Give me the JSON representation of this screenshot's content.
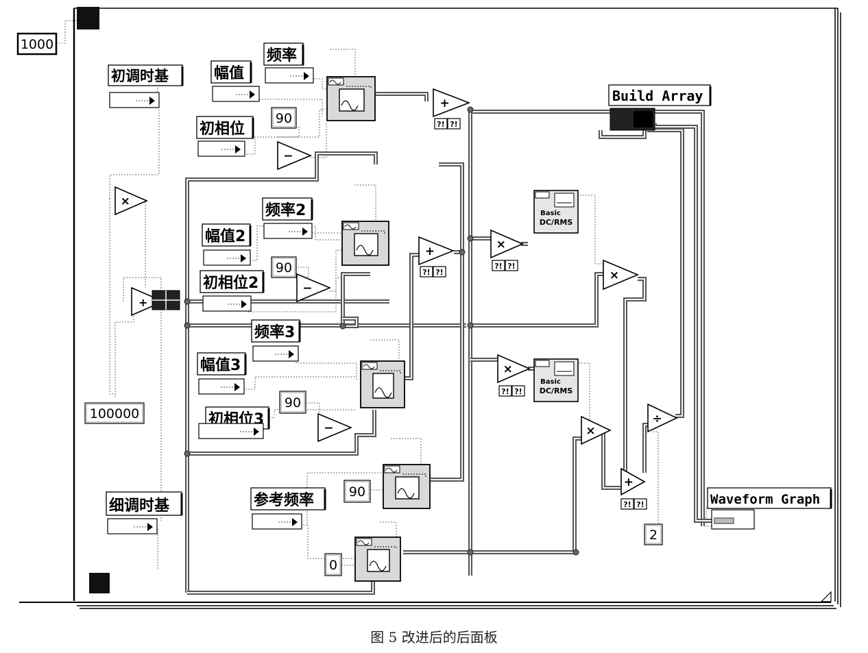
{
  "caption": "图 5  改进后的后面板",
  "constants": {
    "loop_count": "1000",
    "coarse_divider": "100000",
    "ninety": "90",
    "zero": "0",
    "two": "2"
  },
  "labels": {
    "coarse_timebase": "初调时基",
    "fine_timebase": "细调时基",
    "amp1": "幅值",
    "freq1": "频率",
    "phase1": "初相位",
    "amp2": "幅值2",
    "freq2": "频率2",
    "phase2": "初相位2",
    "amp3": "幅值3",
    "freq3": "频率3",
    "phase3": "初相位3",
    "ref_freq": "参考频率",
    "build_array": "Build Array",
    "waveform_graph": "Waveform Graph"
  },
  "dcrms": {
    "line1": "Basic",
    "line2": "DC/RMS"
  },
  "ops": {
    "add": "+",
    "mul": "×",
    "sub": "−",
    "div": "÷"
  },
  "err": "?!",
  "wires": {
    "data": [
      "M548,137 L622,137 L622,148",
      "M686,160 L686,163 L1025,163 L1025,768",
      "M686,160 L686,840",
      "M548,240 L548,224 L462,224 L462,262 L273,262 L273,865",
      "M273,440 L568,440",
      "M273,475 L680,475",
      "M273,662 L520,662 L520,635 L546,635 L546,598",
      "M273,865 L544,865 L544,838",
      "M540,400 L500,400 L500,476",
      "M590,552 L600,552 L600,372 L612,372",
      "M662,368 L674,368 L674,240 L640,240",
      "M674,368 L674,700 L628,700",
      "M686,348 L718,348",
      "M686,475 L870,475 L870,400 L880,400",
      "M686,525 L725,525",
      "M686,540 L686,806 L588,806",
      "M588,806 L838,806 L838,640 L850,640",
      "M760,356 L770,356",
      "M770,538 L780,538",
      "M930,407 L940,407 L940,437 L912,437 L912,700 L905,700",
      "M880,630 L880,712 L905,712",
      "M940,690 L940,620 L945,620",
      "M985,607 L995,607 L995,190 L944,190",
      "M940,180 L940,200 L876,200 L876,190",
      "M955,180 L955,185 L1015,185 L1015,760 L1040,760",
      "M500,476 L520,476 L520,465 L500,465"
    ],
    "thin": [
      "M82,63 L95,63 L95,30 L112,30",
      "M160,290 L160,255 L232,255 L232,160",
      "M160,290 L160,575 L170,575",
      "M180,440 L180,405 L235,405 L235,760",
      "M168,580 L168,470 L195,470 L195,460",
      "M356,225 L372,225 L372,200 L466,200 L466,160 L476,160",
      "M378,145 L470,145 L470,170",
      "M457,115 L470,115 L470,130 L478,130",
      "M436,185 L436,200 L405,200",
      "M452,230 L476,230 L476,180",
      "M212,295 L212,420",
      "M360,380 L375,380 L375,330 L460,330 L460,350 L500,350",
      "M455,340 L500,340",
      "M430,390 L450,390 L450,405 L440,405",
      "M362,455 L490,455 L490,405 L500,405",
      "M480,425 L490,425 L490,365 L500,365",
      "M432,520 L432,530 L520,530 L520,555",
      "M350,568 L372,568 L372,550 L520,550",
      "M446,588 L466,588 L466,620 L475,620",
      "M388,610 L400,610 L400,598 L520,598",
      "M438,766 L448,766 L448,690 L560,690",
      "M449,766 L449,815 L520,815",
      "M540,715 L560,715",
      "M494,825 L520,825",
      "M481,72 L518,72 L518,116",
      "M517,270 L548,270 L548,330",
      "M540,496 L582,496 L582,532",
      "M570,640 L614,640 L614,680",
      "M554,762 L578,762 L578,790",
      "M842,285 L868,285 L868,385 L880,385",
      "M844,530 L860,530 L860,613",
      "M952,630 L960,630 L960,780 L948,780",
      "M1040,740 L1030,740 L1030,768 L1042,768",
      "M935,128 L935,145",
      "M230,830 L230,770",
      "M230,150 L230,120"
    ]
  }
}
